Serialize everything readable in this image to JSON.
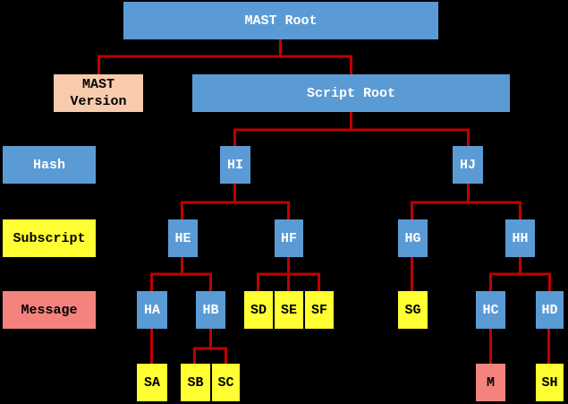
{
  "legend": {
    "hash_label": "Hash",
    "subscript_label": "Subscript",
    "message_label": "Message"
  },
  "nodes": {
    "mast_root": "MAST Root",
    "mast_version": "MAST Version",
    "script_root": "Script Root",
    "hi": "HI",
    "hj": "HJ",
    "he": "HE",
    "hf": "HF",
    "hg": "HG",
    "hh": "HH",
    "ha": "HA",
    "hb": "HB",
    "sd": "SD",
    "se": "SE",
    "sf": "SF",
    "sg": "SG",
    "hc": "HC",
    "hd": "HD",
    "sa": "SA",
    "sb": "SB",
    "sc": "SC",
    "m": "M",
    "sh": "SH"
  },
  "colors": {
    "background": "#000000",
    "hash_fill": "#5B9BD5",
    "hash_text": "#FFFFFF",
    "subscript_fill": "#FFFF33",
    "message_fill": "#F5837D",
    "version_fill": "#F8CBAD",
    "node_text_dark": "#000000",
    "connector": "#C00000"
  }
}
